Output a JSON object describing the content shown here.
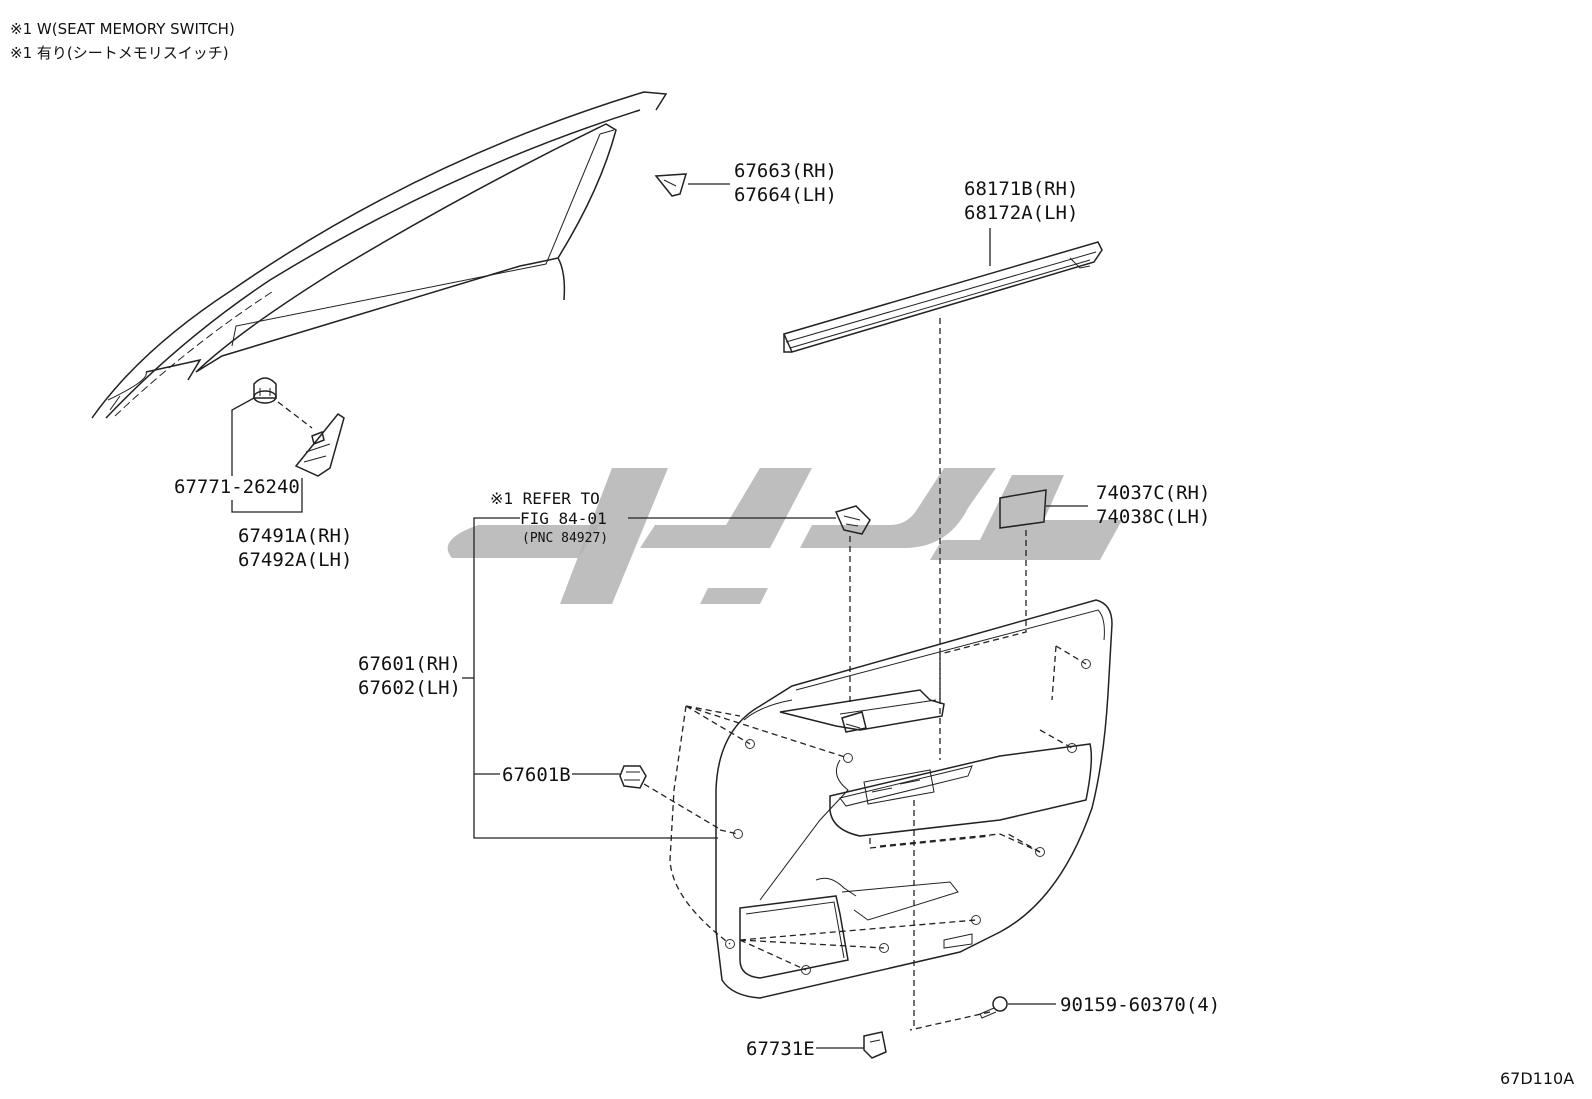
{
  "notes": {
    "line1": "※1 W(SEAT MEMORY SWITCH)",
    "line2": "※1 有り(シートメモリスイッチ)"
  },
  "refer": {
    "line1": "※1 REFER TO",
    "line2": "FIG 84-01",
    "line3": "(PNC 84927)"
  },
  "parts": {
    "p67663": "67663(RH)",
    "p67664": "67664(LH)",
    "p68171b": "68171B(RH)",
    "p68172a": "68172A(LH)",
    "p67771": "67771-26240",
    "p67491a": "67491A(RH)",
    "p67492a": "67492A(LH)",
    "p74037c": "74037C(RH)",
    "p74038c": "74038C(LH)",
    "p67601": "67601(RH)",
    "p67602": "67602(LH)",
    "p67601b": "67601B",
    "p90159": "90159-60370(4)",
    "p67731e": "67731E"
  },
  "figure_code": "67D110A"
}
